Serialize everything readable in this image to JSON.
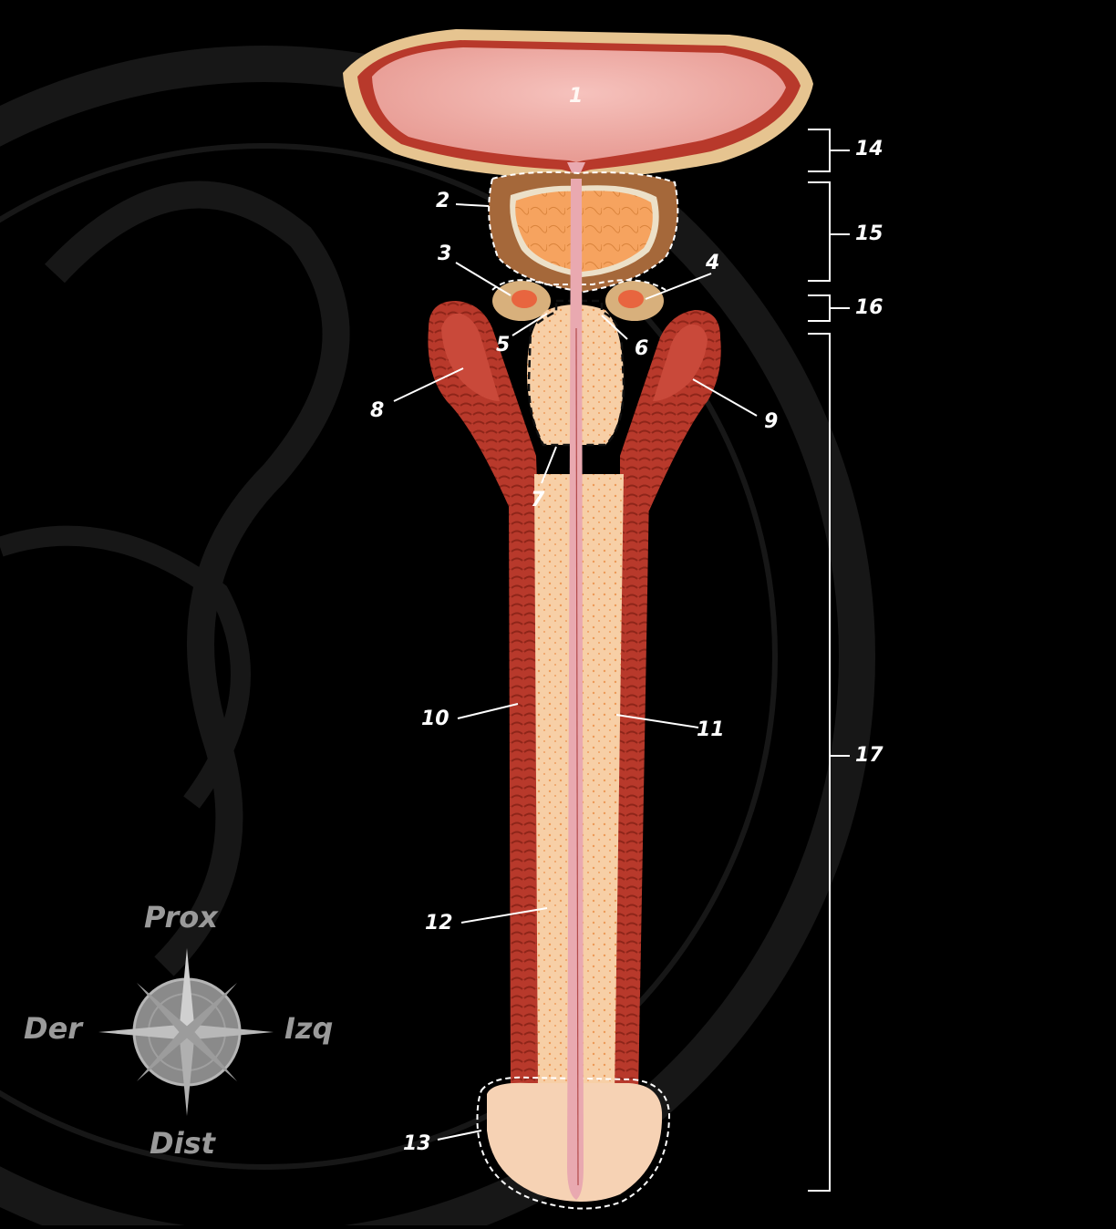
{
  "labels": {
    "n1": "1",
    "n2": "2",
    "n3": "3",
    "n4": "4",
    "n5": "5",
    "n6": "6",
    "n7": "7",
    "n8": "8",
    "n9": "9",
    "n10": "10",
    "n11": "11",
    "n12": "12",
    "n13": "13",
    "n14": "14",
    "n15": "15",
    "n16": "16",
    "n17": "17"
  },
  "compass": {
    "north": "Prox",
    "south": "Dist",
    "west": "Der",
    "east": "Izq"
  },
  "colors": {
    "background": "#000000",
    "bladder_wall": "#f1b8ae",
    "bladder_rim": "#e7c490",
    "muscle_red": "#b63a2c",
    "prostate_outer": "#a86c3c",
    "prostate_inner": "#f4a664",
    "spongiosum": "#f7cfa8",
    "urethra": "#e9a9b0",
    "compass_gray": "#9a9a9a",
    "label_white": "#ffffff"
  }
}
